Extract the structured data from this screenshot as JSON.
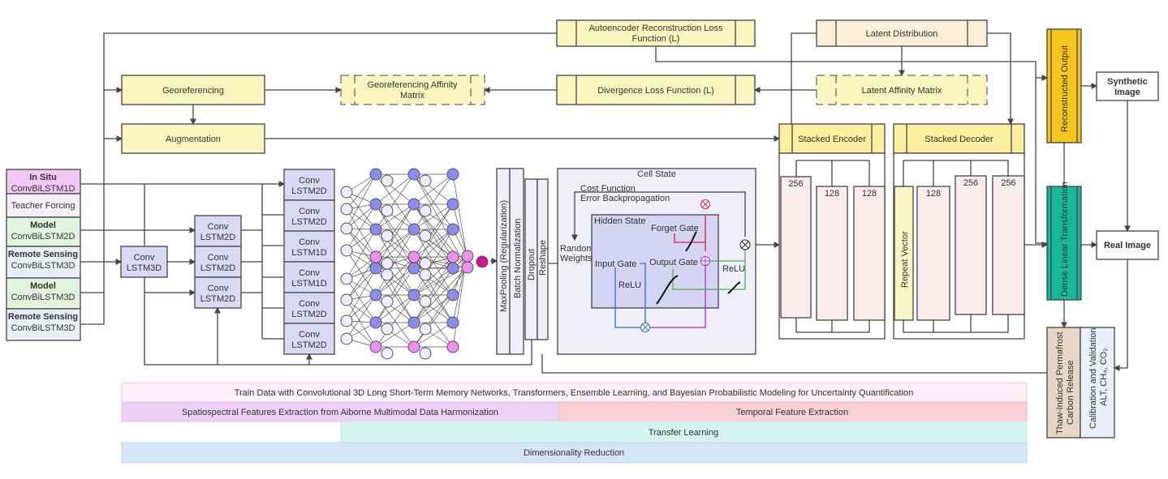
{
  "colors": {
    "yellow_box": "#fbf6c0",
    "latent_distribution": "#fdeed8",
    "stacked_header": "#faf0a0",
    "reconstructed_output": "#f6c51c",
    "dense_linear": "#17b99b",
    "conv_block": "#d9d9f6",
    "cell_state": "#efeff9",
    "hidden_state": "#d4d4f3",
    "encoder_column": "#fdecec",
    "repeat_vector": "#f8f5c4",
    "thaw": "#e8d6c5",
    "calibration": "#e8f1fb",
    "nn_blue": "#8c8cf0",
    "nn_pink": "#ee8ef0",
    "nn_magenta": "#d0148c",
    "forget_gate": "#e8194a",
    "input_gate": "#2a6fe0",
    "output_gate": "#b223e0",
    "relu_path": "#4caf50"
  },
  "top": {
    "autoencoder_loss": [
      "Autoencoder Reconstruction Loss",
      "Function (L)"
    ],
    "latent_distribution": "Latent Distribution",
    "georeferencing": "Georeferencing",
    "georef_affinity": [
      "Georeferencing Affinity",
      "Matrix"
    ],
    "divergence_loss": "Divergence Loss Function (L)",
    "latent_affinity": "Latent Affinity Matrix",
    "augmentation": "Augmentation"
  },
  "inputs": [
    {
      "title": "In Situ",
      "sub": "ConvBiLSTM1D"
    },
    {
      "title": "",
      "sub": "Teacher Forcing"
    },
    {
      "title": "Model",
      "sub": "ConvBiLSTM2D"
    },
    {
      "title": "Remote Sensing",
      "sub": "ConvBiLSTM3D"
    },
    {
      "title": "Model",
      "sub": "ConvBiLSTM3D"
    },
    {
      "title": "Remote Sensing",
      "sub": "ConvBiLSTM3D"
    }
  ],
  "conv3d": [
    "Conv",
    "LSTM3D"
  ],
  "conv_mid": [
    [
      "Conv",
      "LSTM2D"
    ],
    [
      "Conv",
      "LSTM2D"
    ],
    [
      "Conv",
      "LSTM2D"
    ]
  ],
  "conv_right": [
    [
      "Conv",
      "LSTM2D"
    ],
    [
      "Conv",
      "LSTM2D"
    ],
    [
      "Conv",
      "LSTM1D"
    ],
    [
      "Conv",
      "LSTM1D"
    ],
    [
      "Conv",
      "LSTM2D"
    ],
    [
      "Conv",
      "LSTM2D"
    ]
  ],
  "layers": {
    "maxpooling": "MaxPooling (Regularization)",
    "batchnorm": "Batch Normalization",
    "dropout": "Dropout",
    "reshape": "Reshape"
  },
  "cell": {
    "title": "Cell State",
    "cost1": "Cost Function",
    "cost2": "Error Backpropagation",
    "random1": "Random",
    "random2": "Weights",
    "hidden": "Hidden State",
    "forget": "Forget Gate",
    "input": "Input Gate",
    "output": "Output Gate",
    "relu_inner": "ReLU",
    "relu_outer": "ReLU"
  },
  "encoder": {
    "title": "Stacked Encoder",
    "units": [
      "256",
      "128",
      "128"
    ]
  },
  "decoder": {
    "title": "Stacked Decoder",
    "repeat": "Repeat Vector",
    "units": [
      "128",
      "256",
      "256"
    ]
  },
  "right": {
    "reconstructed": "Reconstructed Output",
    "dense": "Dense Linear Transformation",
    "synthetic": [
      "Synthetic",
      "Image"
    ],
    "real": "Real Image",
    "thaw": [
      "Thaw-Induced  Permafrost",
      "Carbon Release"
    ],
    "calibration": [
      "Calibration and Validation",
      "ALT, CH₄, CO₂"
    ]
  },
  "bottom": {
    "train": "Train Data with Convolutional 3D Long Short-Term Memory Networks, Transformers, Ensemble Learning, and Bayesian Probabilistic Modeling for Uncertainty Quantification",
    "spatio": "Spatiospectral Features Extraction from Aiborne Multimodal Data Harmonization",
    "temporal": "Temporal Feature Extraction",
    "transfer": "Transfer Learning",
    "dimred": "Dimensionality Reduction"
  }
}
